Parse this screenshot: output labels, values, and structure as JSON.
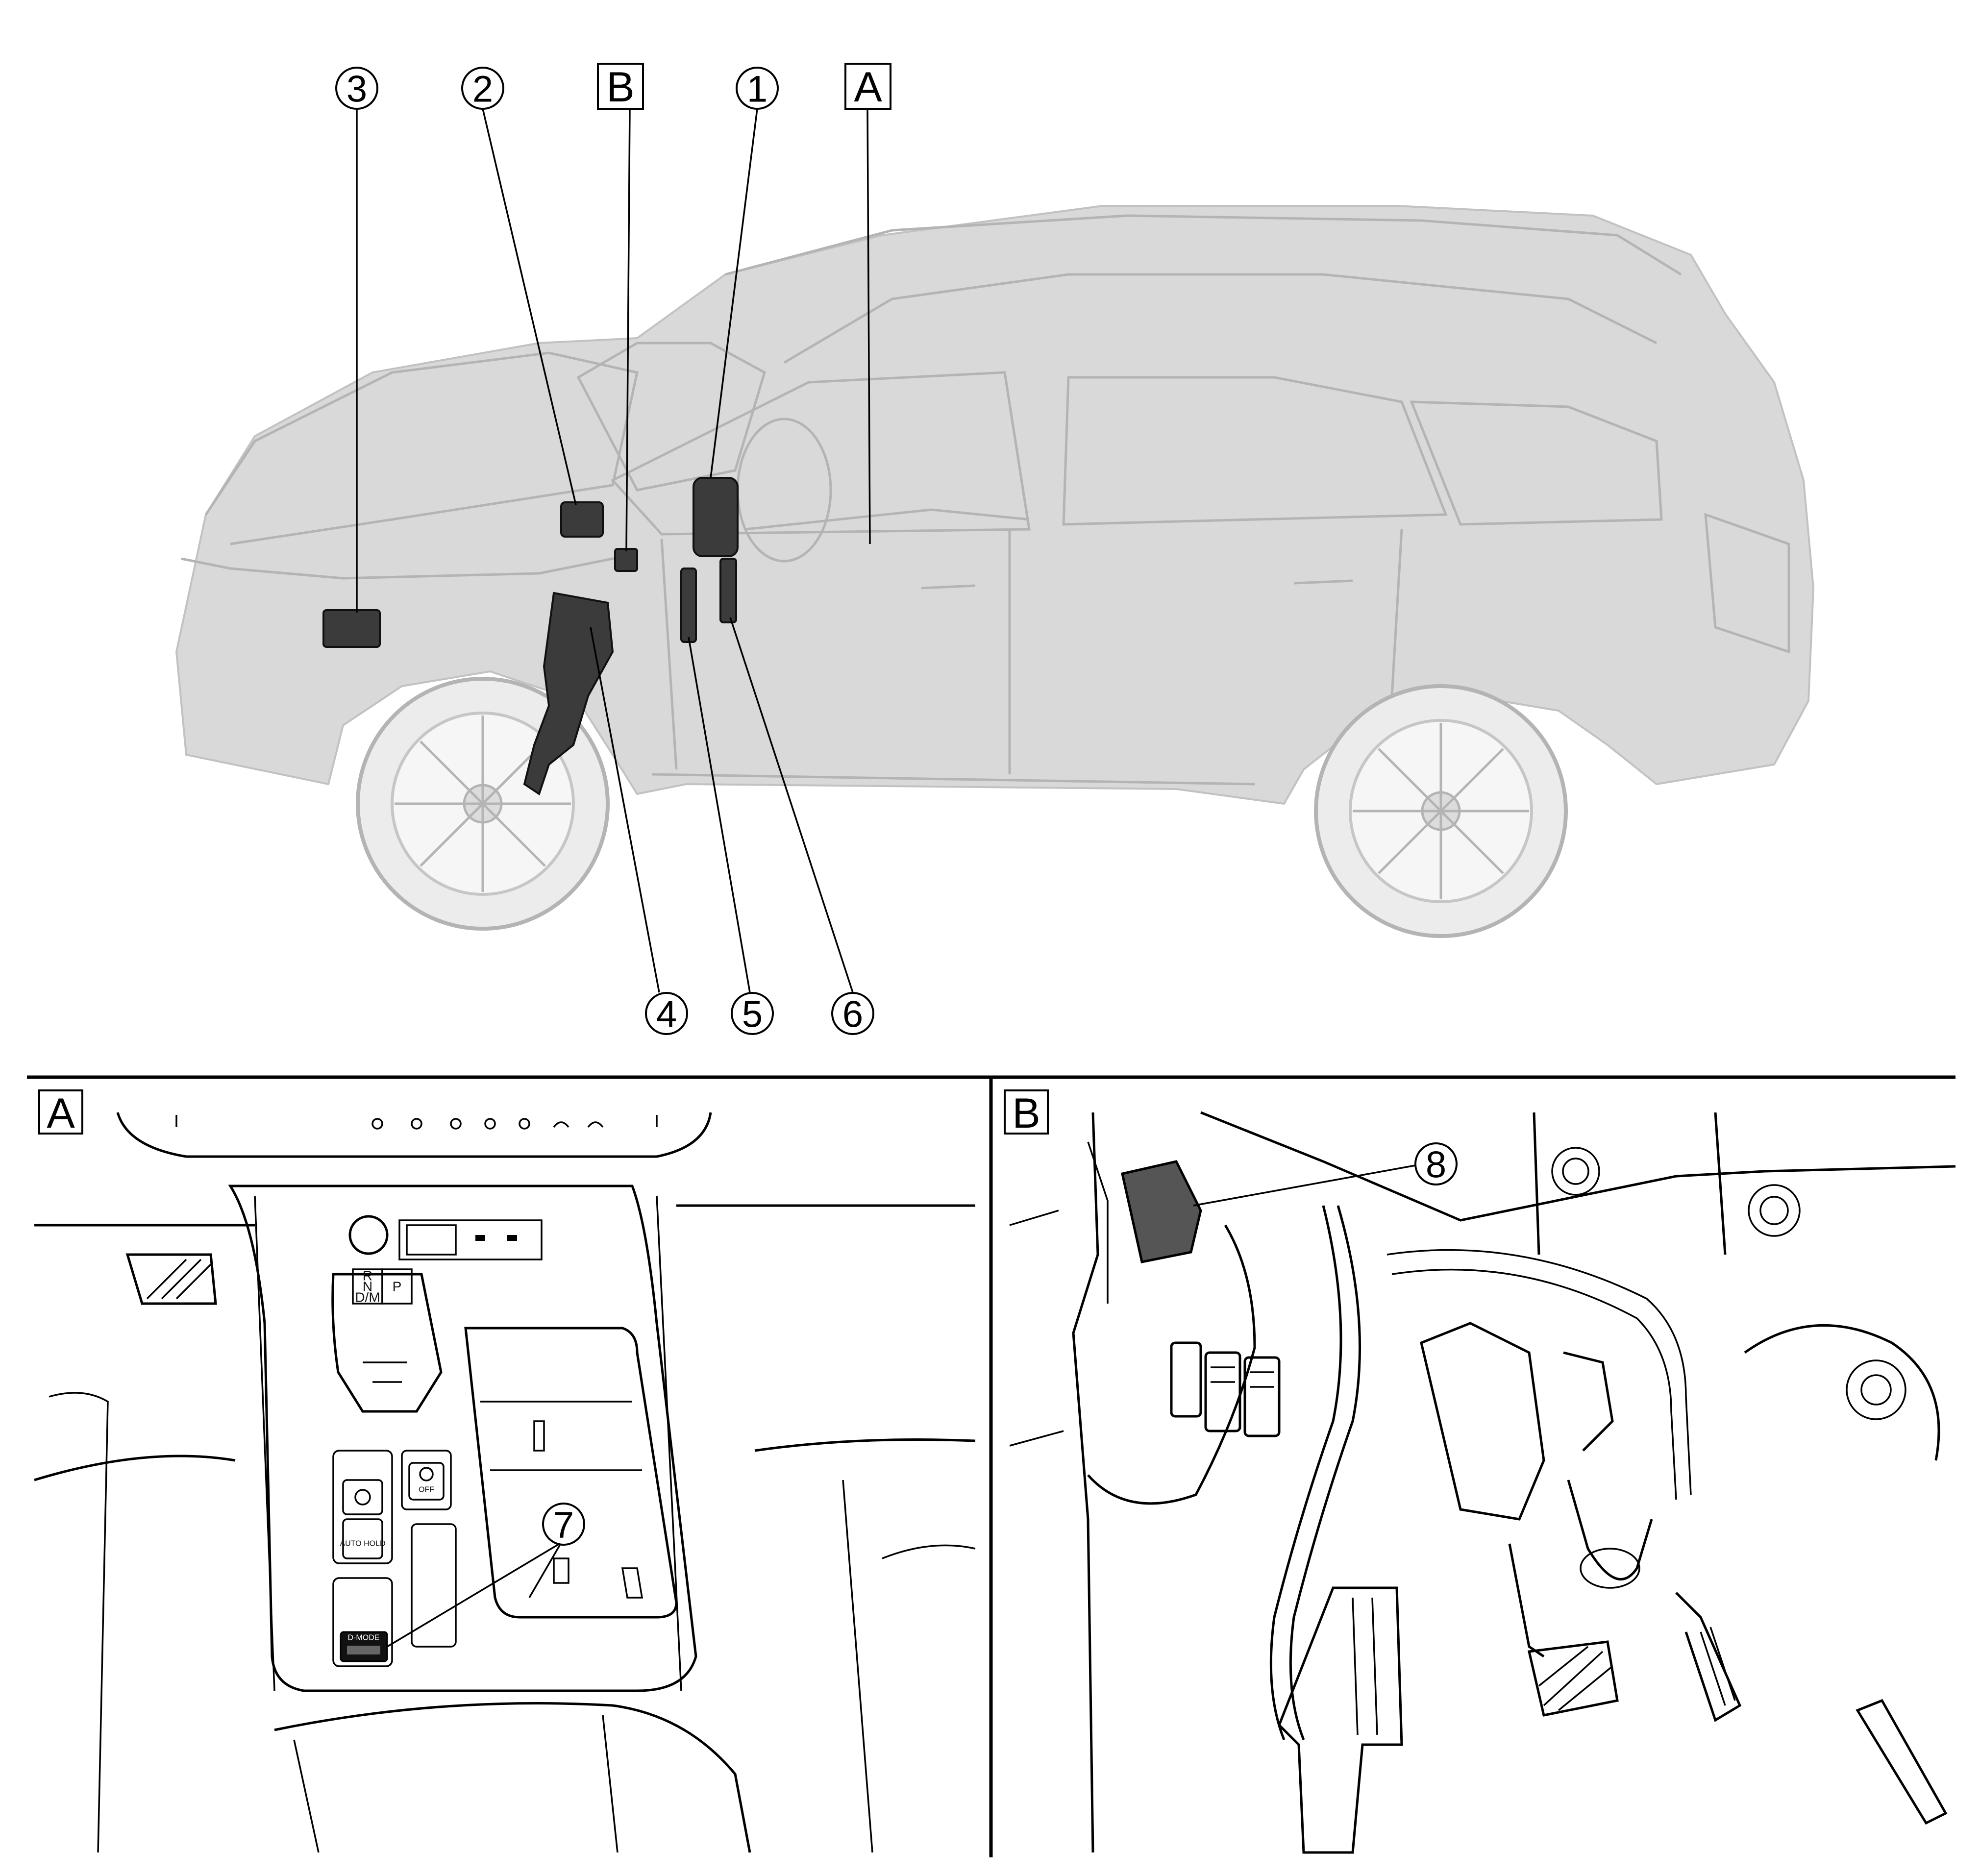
{
  "figure": {
    "callouts": {
      "c1": "1",
      "c2": "2",
      "c3": "3",
      "c4": "4",
      "c5": "5",
      "c6": "6",
      "c7": "7",
      "c8": "8"
    },
    "view_labels": {
      "main_a": "A",
      "main_b": "B",
      "panel_a": "A",
      "panel_b": "B"
    },
    "console_labels": {
      "shift_r": "R",
      "shift_n": "N",
      "shift_dm": "D/M",
      "shift_p": "P",
      "off_switch": "OFF",
      "auto_hold": "AUTO HOLD",
      "d_mode": "D-MODE"
    }
  },
  "colors": {
    "vehicle_ghost": "#d9d9d9",
    "component": "#3b3b3b",
    "linework": "#000000"
  },
  "icons": [
    "usb-icon",
    "fan-icon",
    "defrost-icon",
    "parking-brake-icon",
    "steering-assist-icon"
  ]
}
